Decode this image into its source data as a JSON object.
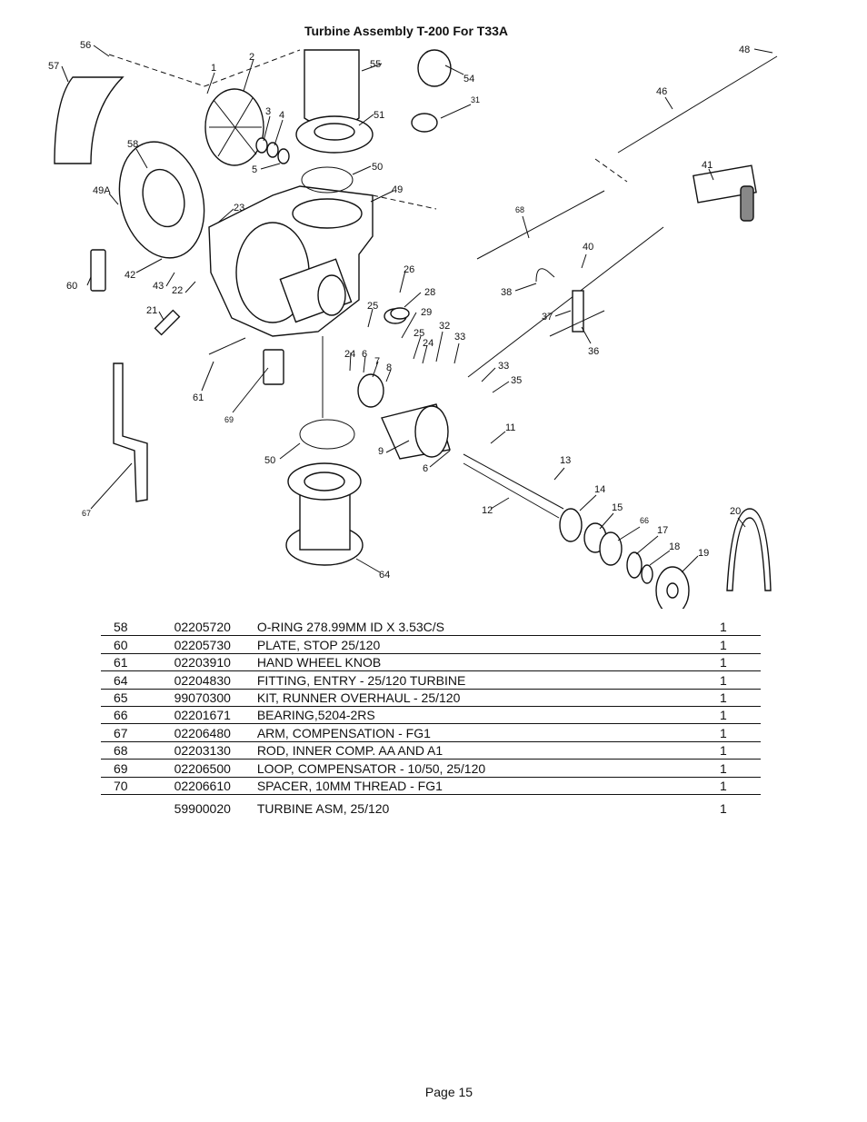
{
  "title": "Turbine Assembly T-200 For T33A",
  "callouts": [
    "56",
    "57",
    "1",
    "2",
    "55",
    "54",
    "31",
    "48",
    "46",
    "3",
    "4",
    "51",
    "58",
    "5",
    "50",
    "49A",
    "23",
    "49",
    "41",
    "68",
    "42",
    "60",
    "43",
    "22",
    "21",
    "26",
    "28",
    "25",
    "29",
    "40",
    "38",
    "37",
    "32",
    "33",
    "36",
    "24",
    "6",
    "7",
    "8",
    "25",
    "24",
    "33",
    "35",
    "61",
    "69",
    "11",
    "9",
    "6",
    "50",
    "13",
    "67",
    "14",
    "12",
    "15",
    "66",
    "17",
    "20",
    "18",
    "19",
    "64"
  ],
  "parts": [
    {
      "item": "58",
      "part": "02205720",
      "desc": "O-RING 278.99MM ID X 3.53C/S",
      "qty": "1"
    },
    {
      "item": "60",
      "part": "02205730",
      "desc": "PLATE, STOP 25/120",
      "qty": "1"
    },
    {
      "item": "61",
      "part": "02203910",
      "desc": "HAND WHEEL KNOB",
      "qty": "1"
    },
    {
      "item": "64",
      "part": "02204830",
      "desc": "FITTING, ENTRY - 25/120 TURBINE",
      "qty": "1"
    },
    {
      "item": "65",
      "part": "99070300",
      "desc": "KIT, RUNNER OVERHAUL - 25/120",
      "qty": "1"
    },
    {
      "item": "66",
      "part": "02201671",
      "desc": "BEARING,5204-2RS",
      "qty": "1"
    },
    {
      "item": "67",
      "part": "02206480",
      "desc": "ARM, COMPENSATION - FG1",
      "qty": "1"
    },
    {
      "item": "68",
      "part": "02203130",
      "desc": "ROD, INNER COMP. AA AND A1",
      "qty": "1"
    },
    {
      "item": "69",
      "part": "02206500",
      "desc": "LOOP, COMPENSATOR - 10/50, 25/120",
      "qty": "1"
    },
    {
      "item": "70",
      "part": "02206610",
      "desc": "SPACER, 10MM THREAD - FG1",
      "qty": "1"
    }
  ],
  "assembly": {
    "item": "",
    "part": "59900020",
    "desc": "TURBINE ASM, 25/120",
    "qty": "1"
  },
  "page": "Page 15"
}
